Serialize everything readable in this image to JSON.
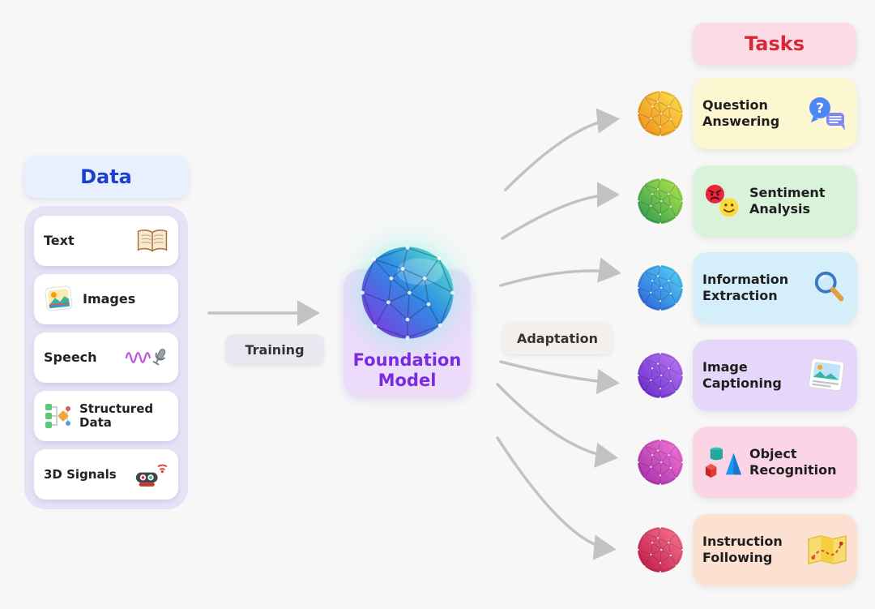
{
  "data_panel": {
    "title": "Data",
    "items": [
      {
        "label": "Text",
        "icon": "book-icon"
      },
      {
        "label": "Images",
        "icon": "photo-stack-icon"
      },
      {
        "label": "Speech",
        "icon": "waveform-microphone-icon"
      },
      {
        "label": "Structured Data",
        "icon": "flowchart-icon"
      },
      {
        "label": "3D Signals",
        "icon": "robot-wifi-icon"
      }
    ]
  },
  "training_label": "Training",
  "foundation_model": {
    "label": "Foundation Model"
  },
  "adaptation_label": "Adaptation",
  "tasks_panel": {
    "title": "Tasks",
    "items": [
      {
        "label": "Question Answering",
        "icon": "question-bubble-icon",
        "box_color": "#fcf7d0",
        "sphere_colors": [
          "#ffe14d",
          "#ef8c1a"
        ]
      },
      {
        "label": "Sentiment Analysis",
        "icon": "emoji-faces-icon",
        "box_color": "#d8f3da",
        "sphere_colors": [
          "#b6e94e",
          "#27984f"
        ]
      },
      {
        "label": "Information Extraction",
        "icon": "magnifier-icon",
        "box_color": "#d5effa",
        "sphere_colors": [
          "#56d8f8",
          "#2a5ed8"
        ]
      },
      {
        "label": "Image Captioning",
        "icon": "photo-card-icon",
        "box_color": "#e6d6f9",
        "sphere_colors": [
          "#c07ef8",
          "#6325c8"
        ]
      },
      {
        "label": "Object Recognition",
        "icon": "3d-shapes-icon",
        "box_color": "#fbd5e6",
        "sphere_colors": [
          "#f87ad6",
          "#a22ba8"
        ]
      },
      {
        "label": "Instruction Following",
        "icon": "map-route-icon",
        "box_color": "#fce0d2",
        "sphere_colors": [
          "#fa7b93",
          "#c01344"
        ]
      }
    ]
  },
  "icons": {
    "question_mark": "?"
  },
  "colors": {
    "data_title": "#1d3fd0",
    "tasks_title": "#d62839",
    "foundation_label": "#7a2be2",
    "arrow": "#c2c2c2",
    "foundation_sphere": [
      "#5ef0c6",
      "#2f8de4",
      "#8a2be2"
    ]
  }
}
